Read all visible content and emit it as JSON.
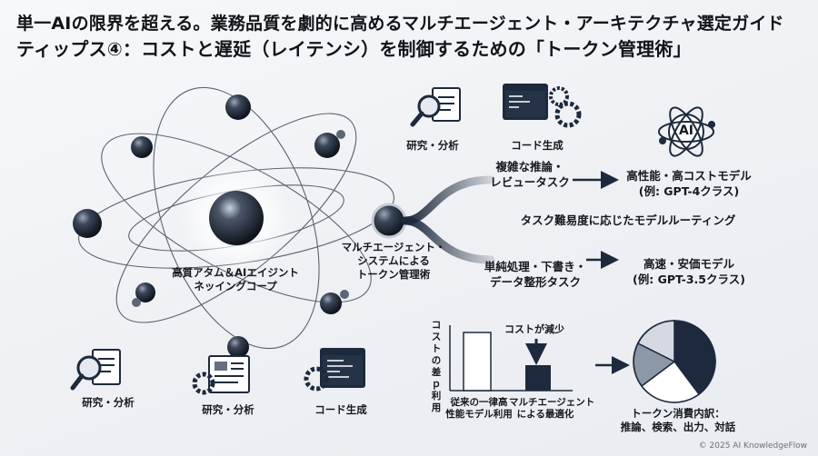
{
  "title": {
    "line1": "単一AIの限界を超える。業務品質を劇的に高めるマルチエージェント・アーキテクチャ選定ガイド",
    "line2": "ティップス④：コストと遅延（レイテンシ）を制御するための「トークン管理術」"
  },
  "network": {
    "core_label_line1": "高質アタム＆AIエイジント",
    "core_label_line2": "ネッイングコープ",
    "hub_label_line1": "マルチエージェント・",
    "hub_label_line2": "システムによる",
    "hub_label_line3": "トークン管理術"
  },
  "top_icons": {
    "research": "研究・分析",
    "codegen": "コード生成"
  },
  "bottom_icons": {
    "research1": "研究・分析",
    "research2": "研究・分析",
    "codegen": "コード生成"
  },
  "routing": {
    "upper_task_line1": "複雑な推論・",
    "upper_task_line2": "レビュータスク",
    "upper_model_line1": "高性能・高コストモデル",
    "upper_model_line2": "(例: GPT-4クラス)",
    "middle_caption": "タスク難易度に応じたモデルルーティング",
    "lower_task_line1": "単純処理・下書き・",
    "lower_task_line2": "データ整形タスク",
    "lower_model_line1": "高速・安価モデル",
    "lower_model_line2": "(例: GPT-3.5クラス)",
    "ai_badge": "AI"
  },
  "cost_chart": {
    "ylabel": "コストの差ｐ利用",
    "annotation": "コストが減少",
    "bar1_line1": "従来の一律高",
    "bar1_line2": "性能モデル利用",
    "bar2_line1": "マルチエージェント",
    "bar2_line2": "による最適化"
  },
  "token_breakdown": {
    "caption_line1": "トークン消費内訳：",
    "caption_line2": "推論、検索、出力、対話"
  },
  "footer": {
    "copyright": "© 2025 AI KnowledgeFlow"
  },
  "colors": {
    "navy": "#1d2a3d",
    "slate": "#64707f",
    "light": "#c8cdd5",
    "ink": "#15181d"
  }
}
